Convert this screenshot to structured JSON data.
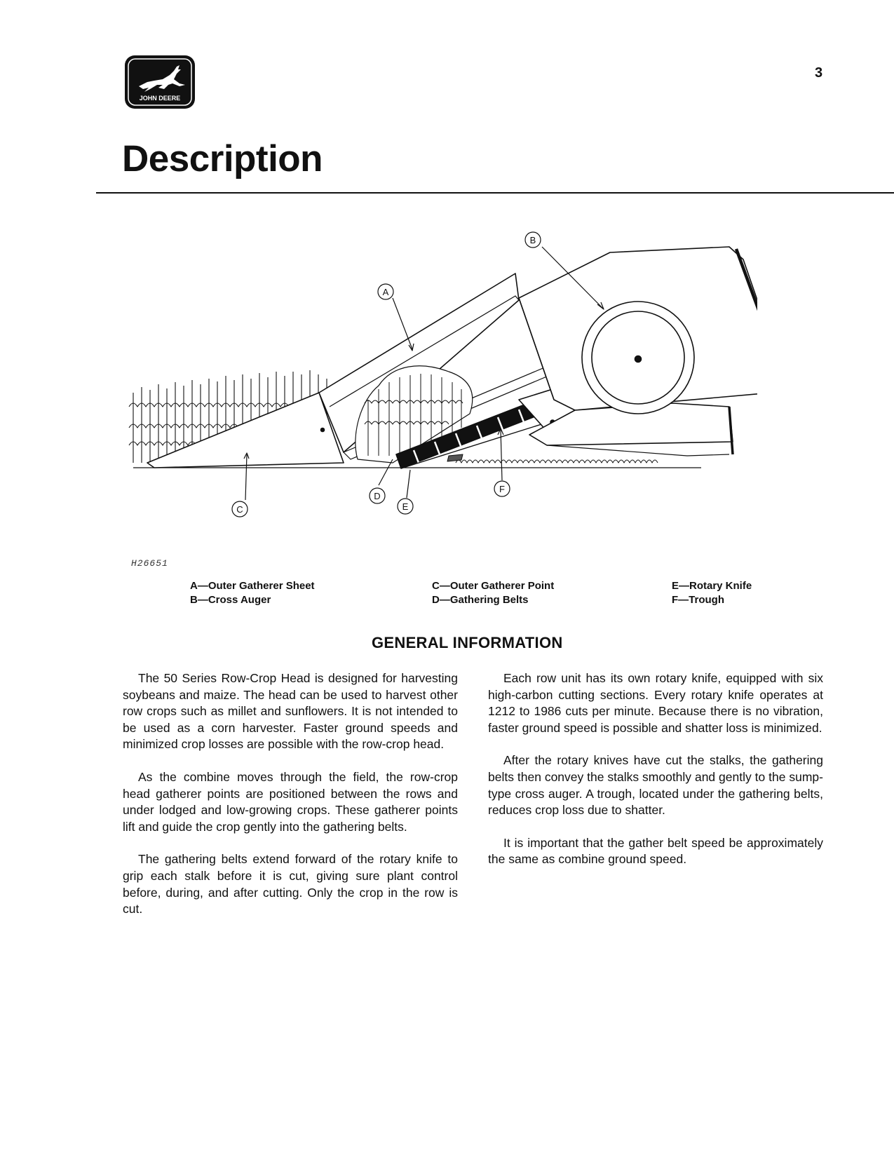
{
  "header": {
    "logo_text": "JOHN DEERE",
    "page_number": "3"
  },
  "title": "Description",
  "figure": {
    "id": "H26651",
    "callouts": [
      "A",
      "B",
      "C",
      "D",
      "E",
      "F"
    ]
  },
  "legend": [
    [
      "A—Outer Gatherer Sheet",
      "B—Cross Auger"
    ],
    [
      "C—Outer Gatherer Point",
      "D—Gathering Belts"
    ],
    [
      "E—Rotary Knife",
      "F—Trough"
    ]
  ],
  "section_heading": "GENERAL INFORMATION",
  "columns": [
    [
      "The 50 Series Row-Crop Head is designed for harvesting soybeans and maize. The head can be used to harvest other row crops such as millet and sunflowers. It is not intended to be used as a corn harvester. Faster ground speeds and minimized crop losses are possible with the row-crop head.",
      "As the combine moves through the field, the row-crop head gatherer points are positioned between the rows and under lodged and low-growing crops. These gatherer points lift and guide the crop gently into the gathering belts.",
      "The gathering belts extend forward of the rotary knife to grip each stalk before it is cut, giving sure plant control before, during, and after cutting. Only the crop in the row is cut."
    ],
    [
      "Each row unit has its own rotary knife, equipped with six high-carbon cutting sections. Every rotary knife operates at 1212 to 1986 cuts per minute. Because there is no vibration, faster ground speed is possible and shatter loss is minimized.",
      "After the rotary knives have cut the stalks, the gathering belts then convey the stalks smoothly and gently to the sump-type cross auger. A trough, located under the gathering belts, reduces crop loss due to shatter.",
      "It is important that the gather belt speed be approximately the same as combine ground speed."
    ]
  ]
}
